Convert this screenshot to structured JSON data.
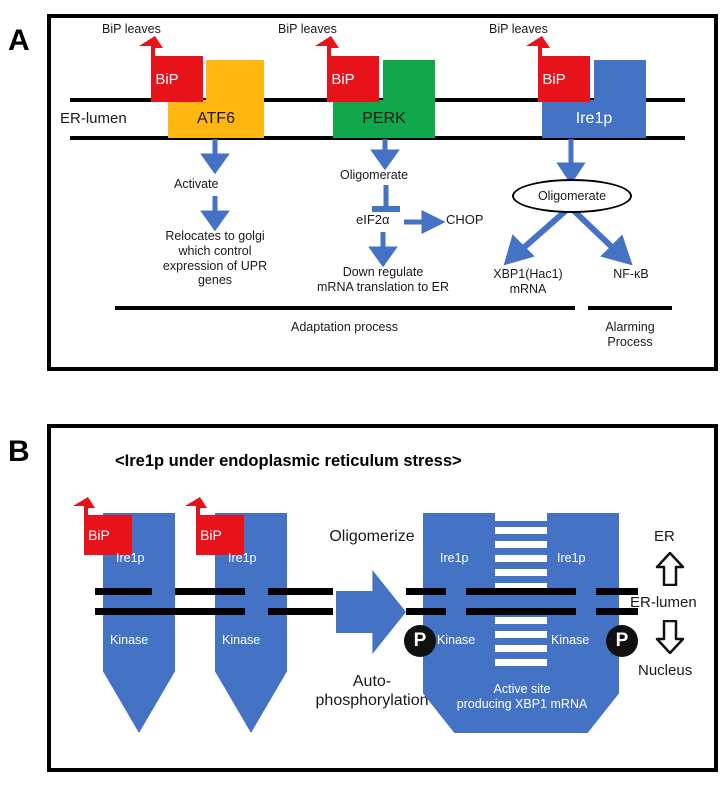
{
  "figure": {
    "panels": [
      {
        "id": "A",
        "letter": "A"
      },
      {
        "id": "B",
        "letter": "B"
      }
    ]
  },
  "panel_a": {
    "compartment_label": "ER-lumen",
    "branches": [
      {
        "name": "ATF6",
        "receptor_label": "ATF6",
        "receptor_color": "#FFB610",
        "chaperone_label": "BiP",
        "chaperone_release_text": "BiP leaves",
        "step1": "Activate",
        "step2": "Relocates to golgi\nwhich control\nexpression of UPR\ngenes"
      },
      {
        "name": "PERK",
        "receptor_label": "PERK",
        "receptor_color": "#11A84C",
        "chaperone_label": "BiP",
        "chaperone_release_text": "BiP leaves",
        "step1": "Oligomerate",
        "step2": "eIF2α",
        "step3": "CHOP",
        "step4": "Down regulate\nmRNA translation to ER"
      },
      {
        "name": "Ire1p",
        "receptor_label": "Ire1p",
        "receptor_color": "#4472C4",
        "chaperone_label": "BiP",
        "chaperone_release_text": "BiP leaves",
        "step1": "Oligomerate",
        "output_left": "XBP1(Hac1)\nmRNA",
        "output_right": "NF-κB"
      }
    ],
    "process_labels": {
      "adaptation": "Adaptation process",
      "alarming": "Alarming\nProcess"
    },
    "arrow_color": "#4472C4",
    "chaperone_color": "#E8131A"
  },
  "panel_b": {
    "title": "<Ire1p under endoplasmic reticulum stress>",
    "monomers": [
      {
        "chaperone_label": "BiP",
        "top_label": "Ire1p",
        "bottom_label": "Kinase"
      },
      {
        "chaperone_label": "BiP",
        "top_label": "Ire1p",
        "bottom_label": "Kinase"
      }
    ],
    "transition": {
      "top_caption": "Oligomerize",
      "bottom_caption": "Auto-\nphosphorylation"
    },
    "dimer": {
      "left_top_label": "Ire1p",
      "right_top_label": "Ire1p",
      "left_bottom_label": "Kinase",
      "right_bottom_label": "Kinase",
      "phosphate_left": "P",
      "phosphate_right": "P",
      "active_site_caption": "Active site\nproducing XBP1 mRNA"
    },
    "orientation": {
      "top": "ER",
      "middle": "ER-lumen",
      "bottom": "Nucleus"
    },
    "protein_color": "#4472C4",
    "chaperone_color": "#E8131A"
  }
}
